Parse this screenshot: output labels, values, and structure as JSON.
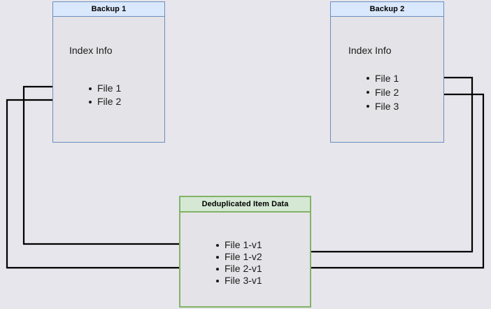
{
  "diagram": {
    "title": "Backup deduplication index diagram",
    "background_color": "#e7e6ec",
    "connector_color": "#000000"
  },
  "boxes": {
    "backup1": {
      "header": "Backup 1",
      "section_label": "Index Info",
      "border_color": "#6c8ebf",
      "header_fill": "#dae8fc",
      "body_fill": "#e4e3e7",
      "files": [
        {
          "label": "File 1"
        },
        {
          "label": "File 2"
        }
      ]
    },
    "backup2": {
      "header": "Backup 2",
      "section_label": "Index Info",
      "border_color": "#6c8ebf",
      "header_fill": "#dae8fc",
      "body_fill": "#e4e3e7",
      "files": [
        {
          "label": "File 1"
        },
        {
          "label": "File 2"
        },
        {
          "label": "File 3"
        }
      ]
    },
    "dedup": {
      "header": "Deduplicated Item Data",
      "border_color": "#82b366",
      "header_fill": "#d5e8d4",
      "body_fill": "#e4e3e7",
      "items": [
        {
          "label": "File 1-v1"
        },
        {
          "label": "File 1-v2"
        },
        {
          "label": "File 2-v1"
        },
        {
          "label": "File 3-v1"
        }
      ]
    }
  },
  "connectors": [
    {
      "name": "backup1-file1-to-file1v1",
      "from": "Backup 1 / File 1",
      "to": "File 1-v1",
      "direction": "right"
    },
    {
      "name": "backup1-file2-to-file2v1",
      "from": "Backup 1 / File 2",
      "to": "File 2-v1",
      "direction": "right"
    },
    {
      "name": "backup2-file1-to-file1v2",
      "from": "Backup 2 / File 1",
      "to": "File 1-v2",
      "direction": "left"
    },
    {
      "name": "backup2-file2-to-file2v1",
      "from": "Backup 2 / File 2",
      "to": "File 2-v1",
      "direction": "left"
    }
  ]
}
